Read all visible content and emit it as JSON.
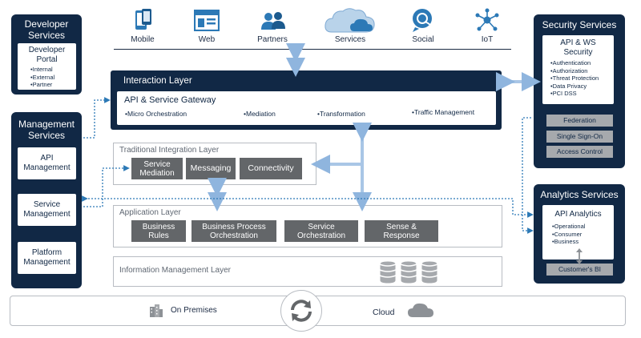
{
  "channels": [
    {
      "label": "Mobile",
      "icon": "mobile-icon"
    },
    {
      "label": "Web",
      "icon": "web-icon"
    },
    {
      "label": "Partners",
      "icon": "partners-icon"
    },
    {
      "label": "Services",
      "icon": "cloud-services-icon"
    },
    {
      "label": "Social",
      "icon": "social-icon"
    },
    {
      "label": "IoT",
      "icon": "iot-icon"
    }
  ],
  "developer_services": {
    "title_line1": "Developer",
    "title_line2": "Services",
    "portal_line1": "Developer",
    "portal_line2": "Portal",
    "items": [
      "Internal",
      "External",
      "Partner"
    ]
  },
  "management_services": {
    "title_line1": "Management",
    "title_line2": "Services",
    "cards": [
      {
        "line1": "API",
        "line2": "Management"
      },
      {
        "line1": "Service",
        "line2": "Management"
      },
      {
        "line1": "Platform",
        "line2": "Management"
      }
    ]
  },
  "interaction_layer": {
    "title": "Interaction Layer",
    "gateway_title": "API & Service Gateway",
    "items": [
      "Micro Orchestration",
      "Mediation",
      "Transformation",
      "Traffic Management"
    ]
  },
  "traditional_layer": {
    "title": "Traditional Integration Layer",
    "chips": [
      {
        "line1": "Service",
        "line2": "Mediation"
      },
      {
        "line1": "Messaging",
        "line2": ""
      },
      {
        "line1": "Connectivity",
        "line2": ""
      }
    ]
  },
  "application_layer": {
    "title": "Application Layer",
    "chips": [
      {
        "line1": "Business",
        "line2": "Rules"
      },
      {
        "line1": "Business Process",
        "line2": "Orchestration"
      },
      {
        "line1": "Service",
        "line2": "Orchestration"
      },
      {
        "line1": "Sense &",
        "line2": "Response"
      }
    ]
  },
  "information_layer": {
    "title": "Information Management Layer"
  },
  "security_services": {
    "title": "Security Services",
    "card_line1": "API & WS",
    "card_line2": "Security",
    "items": [
      "Authentication",
      "Authorization",
      "Threat Protection",
      "Data Privacy",
      "PCI DSS"
    ],
    "buttons": [
      "Federation",
      "Single Sign-On",
      "Access Control"
    ]
  },
  "analytics_services": {
    "title": "Analytics Services",
    "card_title": "API Analytics",
    "items": [
      "Operational",
      "Consumer",
      "Business"
    ],
    "button": "Customer's BI"
  },
  "deployment": {
    "on_premises": "On Premises",
    "cloud": "Cloud"
  },
  "colors": {
    "navy": "#112845",
    "accent_blue": "#2c79b6",
    "arrow_blue": "#a9c6e6",
    "chip_grey": "#636669",
    "button_grey": "#a6a9ad"
  }
}
